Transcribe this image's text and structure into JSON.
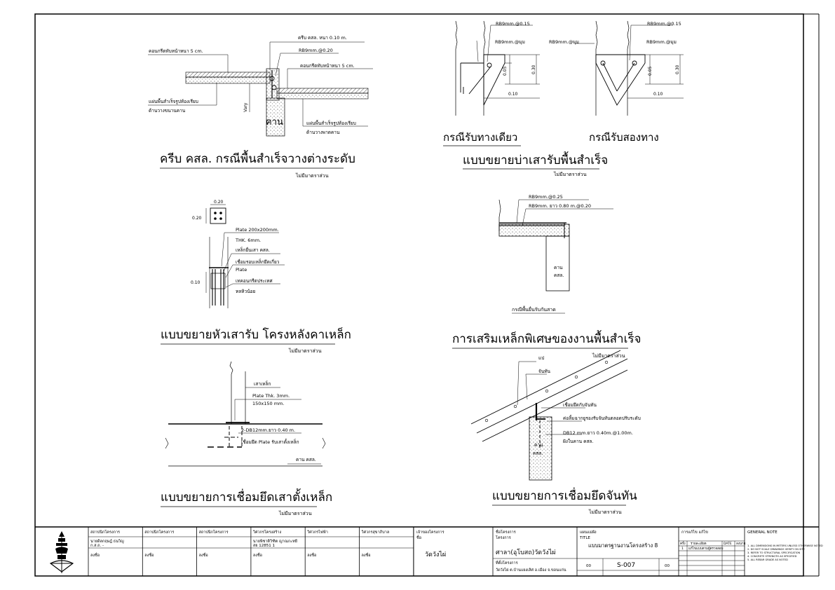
{
  "not_to_scale": "ไม่มีมาตราส่วน",
  "detail1": {
    "title": "ครีบ คสล. กรณีพื้นสำเร็จวางต่างระดับ",
    "labels": {
      "topping_left": "คอนกรีตทับหน้าหนา 5 cm.",
      "rib": "ครีบ คสล. หนา 0.10 m.",
      "bar": "RB9mm.@0.20",
      "topping_right": "คอนกรีตทับหน้าหนา 5 cm.",
      "slab_left_1": "แผ่นพื้นสำเร็จรูปท้องเรียบ",
      "slab_left_2": "ด้านวางขนานคาน",
      "vary": "Vary",
      "beam": "คาน",
      "slab_right_1": "แผ่นพื้นสำเร็จรูปท้องเรียบ",
      "slab_right_2": "ด้านวางพาดคาน"
    }
  },
  "detail2": {
    "title": "แบบขยายบ่าเสารับพื้นสำเร็จ",
    "case_one": "กรณีรับทางเดียว",
    "case_two": "กรณีรับสองทาง",
    "bar_stirrup": "RB9mm.@0.15",
    "bar_corner": "RB9mm.@มุม",
    "dim_005": "0.05",
    "dim_030": "0.30",
    "dim_010": "0.10"
  },
  "detail3": {
    "title": "แบบขยายหัวเสารับ โครงหลังคาเหล็ก",
    "dim_020": "0.20",
    "dim_010": "0.10",
    "labels": [
      "Plate 200x200mm.",
      "THK. 6mm.",
      "เหล็กยื่นเสา คสล.",
      "เชื่อมรอบเหล็กยึดเกี่ยว",
      "Plate",
      "เทคอนกรีตประเทศ",
      "หลหิวน้อย"
    ]
  },
  "detail4": {
    "title": "การเสริมเหล็กพิเศษของงานพื้นสำเร็จ",
    "caption": "กรณีพื้นยื่นรับกันสาด",
    "bar1": "RB9mm.@0.25",
    "bar2": "RB9mm. ยาว 0.80 m.@0.20",
    "beam": "คาน",
    "beam2": "คสล."
  },
  "detail5": {
    "title": "แบบขยายการเชื่อมยึดเสาตั้งเหล็ก",
    "column": "เสาเหล็ก",
    "plate1": "Plate Thk. 3mm.",
    "plate2": "150x150 mm.",
    "bar": "2-DB12mm.ยาว 0.40 m.",
    "weld": "เชื่อมยึด Plate รับเสาตั้งเหล็ก",
    "beam": "คาน คสล."
  },
  "detail6": {
    "title": "แบบขยายการเชื่อมยึดจันทัน",
    "roof": "แป",
    "rafter": "จันทัน",
    "weld": "เชื่อมยึดกับจันทัน",
    "angle": "ค่อลิ้มฉากยูรองรับจันทันตลอดปรับระดับ",
    "anchor1": "DB12 mm.ยาว 0.40m.@1.00m.",
    "anchor2": "ฝังในคาน คสล.",
    "beam": "คาน",
    "beam2": "คสล."
  },
  "title_block": {
    "cells": [
      {
        "head": "สถาปนิกโครงการ",
        "name": "นายดิลกฤษฎ์ ธนวิญู",
        "line2": "ก.ส.ถ. -",
        "sign": "ลงชื่อ"
      },
      {
        "head": "สถาปนิกโครงการ",
        "name": "",
        "line2": "",
        "sign": "ลงชื่อ"
      },
      {
        "head": "สถาปนิกโครงการ",
        "name": "",
        "line2": "",
        "sign": "ลงชื่อ"
      },
      {
        "head": "วิศวกรโครงสร้าง",
        "name": "นายพิชาติวิฑิต ญาณกะทยี",
        "line2": "สย 12851 1",
        "sign": "ลงชื่อ"
      },
      {
        "head": "วิศวกรไฟฟ้า",
        "name": "",
        "line2": "",
        "sign": "ลงชื่อ"
      },
      {
        "head": "วิศวกรสุขาภิบาล",
        "name": "",
        "line2": "",
        "sign": "ลงชื่อ"
      }
    ],
    "owner_head": "เจ้าของโครงการ",
    "owner_sub": "ชื่อ",
    "owner": "วัดวังไผ่",
    "project_head": "ชื่อโครงการ",
    "project_sub": "โครงการ",
    "project": "ศาลา(อุโบสถ)วัดวังไผ่",
    "location_head": "ที่ตั้งโครงการ",
    "location": "วัดวังไผ่ ต.บ้านแยงเลิศ อ.เมือง จ.ขอนแก่น",
    "drawing_head": "แผนแม่ผัง",
    "drawing_sub": "TITLE",
    "drawing": "แบบมาตรฐานงานโครงสร้าง 8",
    "sheet_no": "S-007",
    "total": "00",
    "idx": "00",
    "revision_head": "การแก้ไข แก้ไข",
    "rev_cols": [
      "ครั้ง",
      "รายละเอียด",
      "DATE",
      "ลงนาม"
    ],
    "rev_row": [
      "1",
      "แก้ไขแบบตามผู้ตรวจสอบ",
      "",
      ""
    ],
    "notes_head": "GENERAL NOTE",
    "notes": [
      "1. ALL DIMENSIONS IN METERS UNLESS OTHERWISE NOTED",
      "2. DO NOT SCALE DRAWINGS VERIFY ON SITE",
      "3. REFER TO STRUCTURAL SPECIFICATION",
      "4. CONCRETE STRENGTH AS SPECIFIED",
      "5. ALL REBAR GRADE AS NOTED"
    ]
  }
}
